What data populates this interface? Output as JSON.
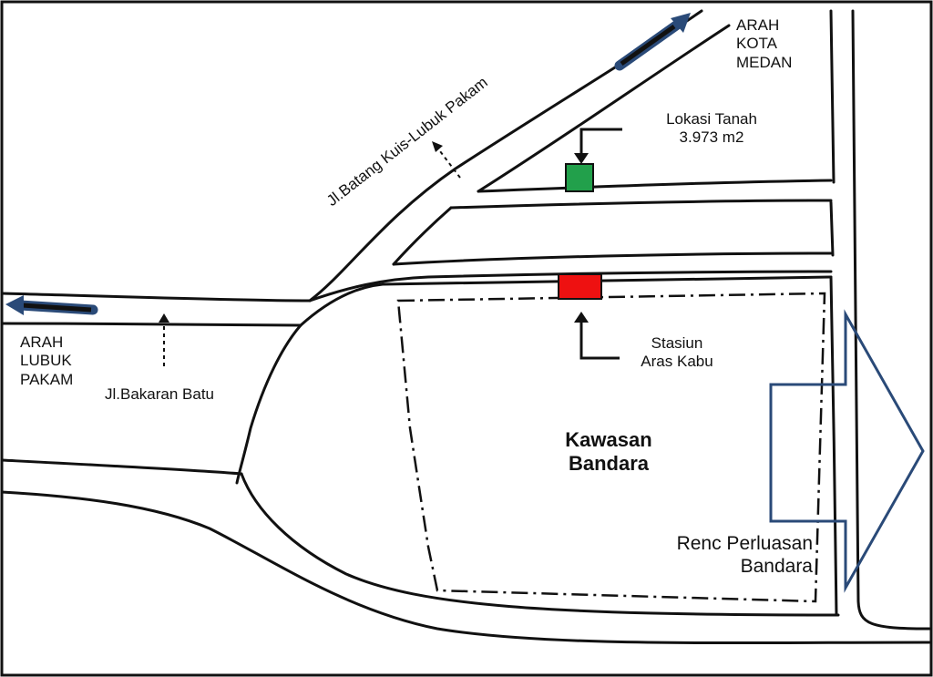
{
  "labels": {
    "arah_kota_medan": [
      "ARAH",
      "KOTA",
      "MEDAN"
    ],
    "arah_lubuk_pakam": [
      "ARAH",
      "LUBUK",
      "PAKAM"
    ],
    "lokasi_tanah": [
      "Lokasi Tanah",
      "3.973 m2"
    ],
    "stasiun": [
      "Stasiun",
      "Aras Kabu"
    ],
    "kawasan_bandara": [
      "Kawasan",
      "Bandara"
    ],
    "renc_perluasan": [
      "Renc Perluasan",
      "Bandara"
    ],
    "jl_bakaran_batu": "Jl.Bakaran Batu",
    "jl_batang_kuis": "Jl.Batang Kuis-Lubuk Pakam"
  },
  "markers": {
    "lokasi_tanah": {
      "color": "#22a04b"
    },
    "stasiun": {
      "color": "#ee1111"
    }
  },
  "colors": {
    "direction_arrow": "#2a4a78",
    "expansion_arrow": "#2a4a78",
    "road": "#111111"
  }
}
